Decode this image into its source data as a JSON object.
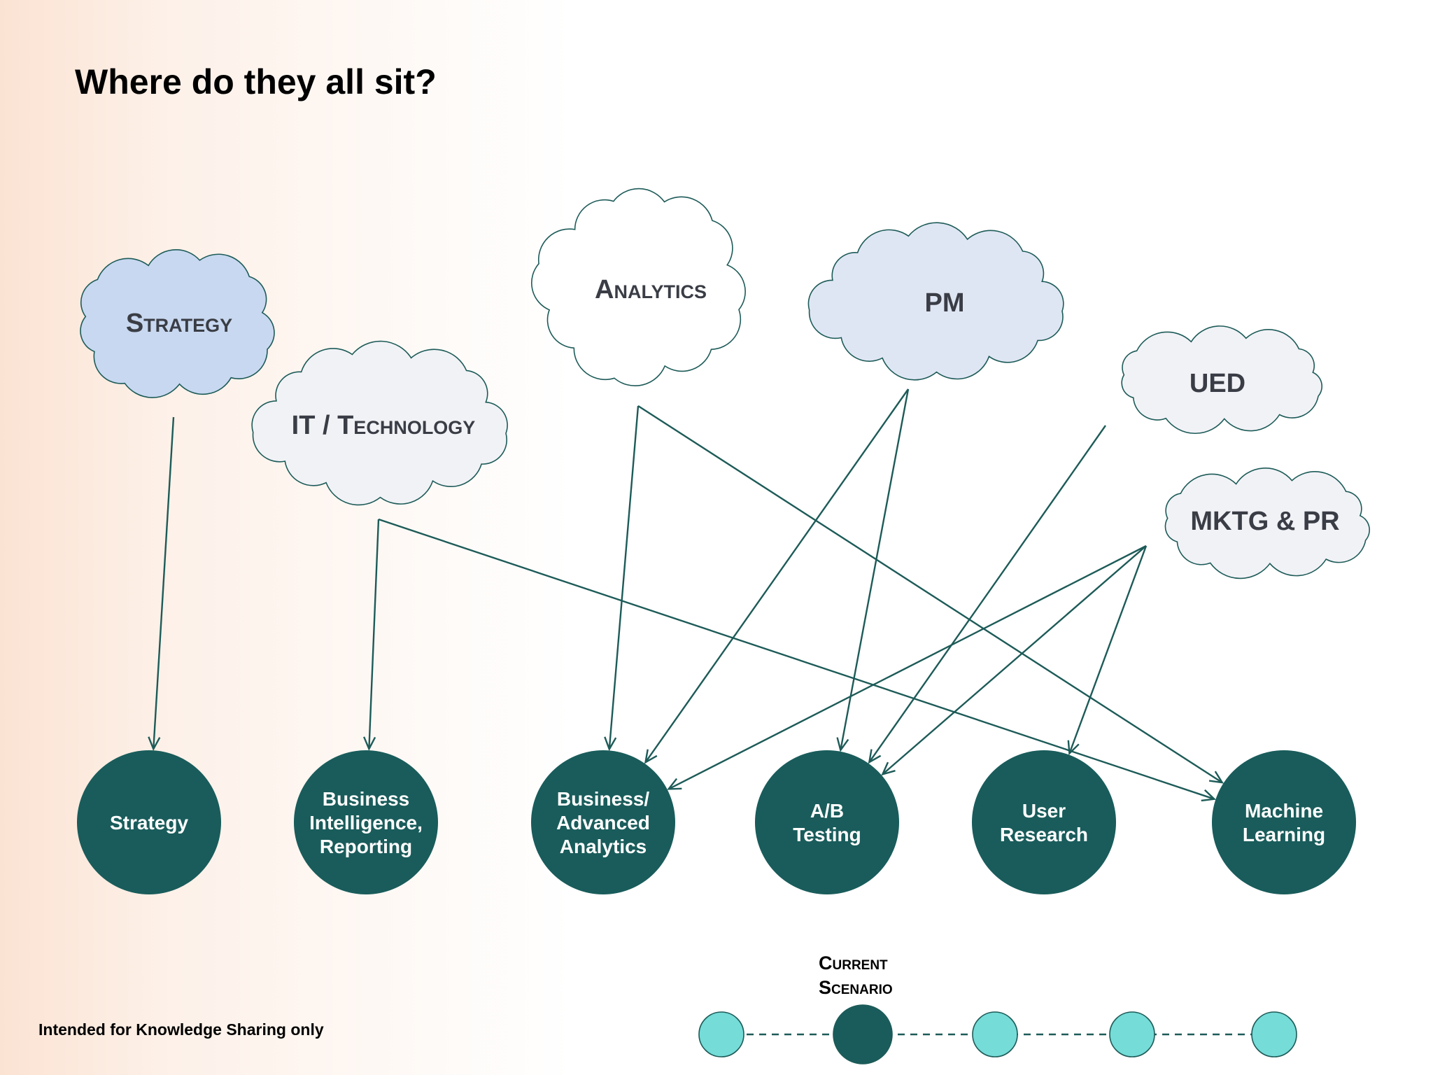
{
  "title": "Where do they all sit?",
  "footer": "Intended for Knowledge Sharing only",
  "colors": {
    "arrow": "#1d5b58",
    "node_fill": "#195c5b",
    "timeline_inactive": "#75dcd8",
    "timeline_active": "#195c5b"
  },
  "clouds": [
    {
      "id": "strategy",
      "label": "Strategy",
      "fill": "#c8d8f0"
    },
    {
      "id": "it",
      "label": "IT / Technology",
      "fill": "#f1f2f6"
    },
    {
      "id": "analytics",
      "label": "Analytics",
      "fill": "#ffffff"
    },
    {
      "id": "pm",
      "label": "PM",
      "fill": "#dfe6f3"
    },
    {
      "id": "ued",
      "label": "UED",
      "fill": "#f1f2f6"
    },
    {
      "id": "mktg",
      "label": "MKTG & PR",
      "fill": "#f1f2f6"
    }
  ],
  "nodes": [
    {
      "id": "n-strategy",
      "lines": [
        "Strategy"
      ]
    },
    {
      "id": "n-bi",
      "lines": [
        "Business",
        "Intelligence,",
        "Reporting"
      ]
    },
    {
      "id": "n-baa",
      "lines": [
        "Business/",
        "Advanced",
        "Analytics"
      ]
    },
    {
      "id": "n-ab",
      "lines": [
        "A/B",
        "Testing"
      ]
    },
    {
      "id": "n-ur",
      "lines": [
        "User",
        "Research"
      ]
    },
    {
      "id": "n-ml",
      "lines": [
        "Machine",
        "Learning"
      ]
    }
  ],
  "edges": [
    {
      "from": "strategy",
      "to": "n-strategy"
    },
    {
      "from": "it",
      "to": "n-bi"
    },
    {
      "from": "it",
      "to": "n-ml"
    },
    {
      "from": "analytics",
      "to": "n-baa"
    },
    {
      "from": "analytics",
      "to": "n-ml"
    },
    {
      "from": "pm",
      "to": "n-baa"
    },
    {
      "from": "pm",
      "to": "n-ab"
    },
    {
      "from": "ued",
      "to": "n-ab"
    },
    {
      "from": "mktg",
      "to": "n-baa"
    },
    {
      "from": "mktg",
      "to": "n-ab"
    },
    {
      "from": "mktg",
      "to": "n-ur"
    }
  ],
  "timeline": {
    "label_lines": [
      "Current",
      "Scenario"
    ],
    "count": 5,
    "active_index": 1
  }
}
